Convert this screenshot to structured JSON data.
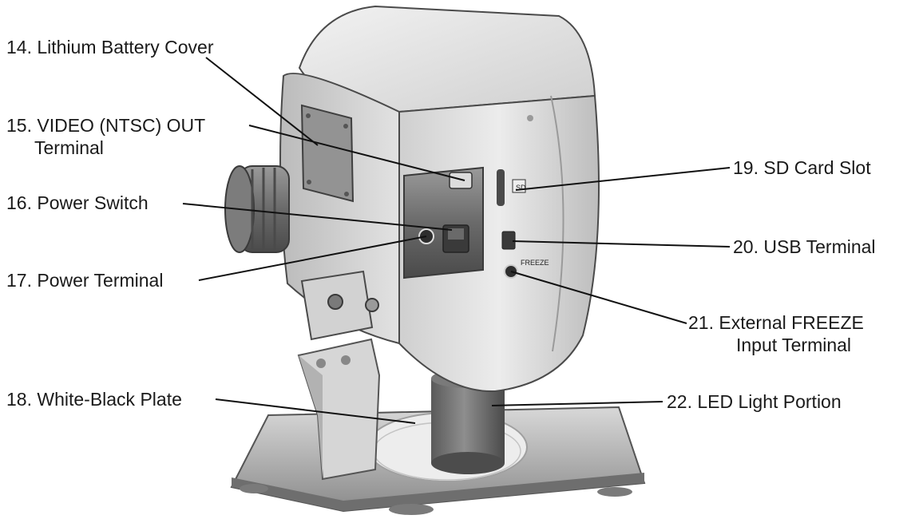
{
  "labels": {
    "c14": "14. Lithium Battery Cover",
    "c15a": "15. VIDEO (NTSC) OUT",
    "c15b": "Terminal",
    "c16": "16. Power Switch",
    "c17": "17. Power Terminal",
    "c18": "18. White-Black Plate",
    "c19": "19. SD Card Slot",
    "c20": "20. USB Terminal",
    "c21a": "21. External FREEZE",
    "c21b": "Input Terminal",
    "c22": "22. LED Light Portion"
  },
  "panel_marks": {
    "sd": "SD",
    "freeze": "FREEZE"
  },
  "colors": {
    "body_light": "#e6e6e6",
    "body_mid": "#cfcfcf",
    "body_dark": "#9a9a9a",
    "outline": "#4a4a4a",
    "panel": "#8c8c8c",
    "leader": "#111111"
  }
}
